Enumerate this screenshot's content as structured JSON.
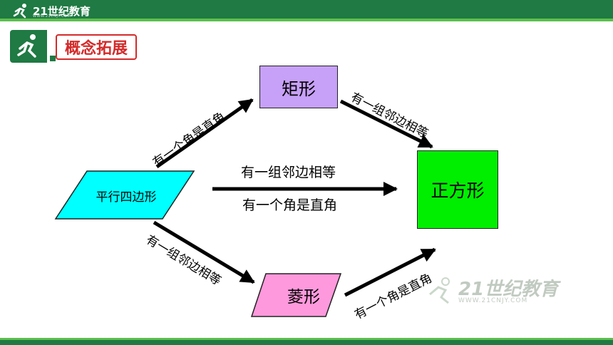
{
  "header": {
    "logo_text": "21世纪教育",
    "logo_sub": "WWW.21CNJY.COM"
  },
  "section_badge": {
    "label": "概念拓展"
  },
  "diagram": {
    "nodes": {
      "parallelogram": "平行四边形",
      "rectangle": "矩形",
      "square": "正方形",
      "rhombus": "菱形"
    },
    "edges": {
      "para_to_rect": "有一个角是直角",
      "rect_to_square": "有一组邻边相等",
      "para_to_rhombus": "有一组邻边相等",
      "rhombus_to_square": "有一个角是直角",
      "direct_top": "有一组邻边相等",
      "direct_bottom": "有一个角是直角"
    }
  },
  "watermark": {
    "text": "21世纪教育",
    "url": "WWW.21CNJY.COM"
  },
  "colors": {
    "brand_green": "#1f7a43",
    "badge_red": "#d42a2a",
    "rectangle_fill": "#c7a0f8",
    "square_fill": "#00ee00",
    "parallelogram_fill": "#00ffff",
    "rhombus_fill": "#ff99dd"
  }
}
